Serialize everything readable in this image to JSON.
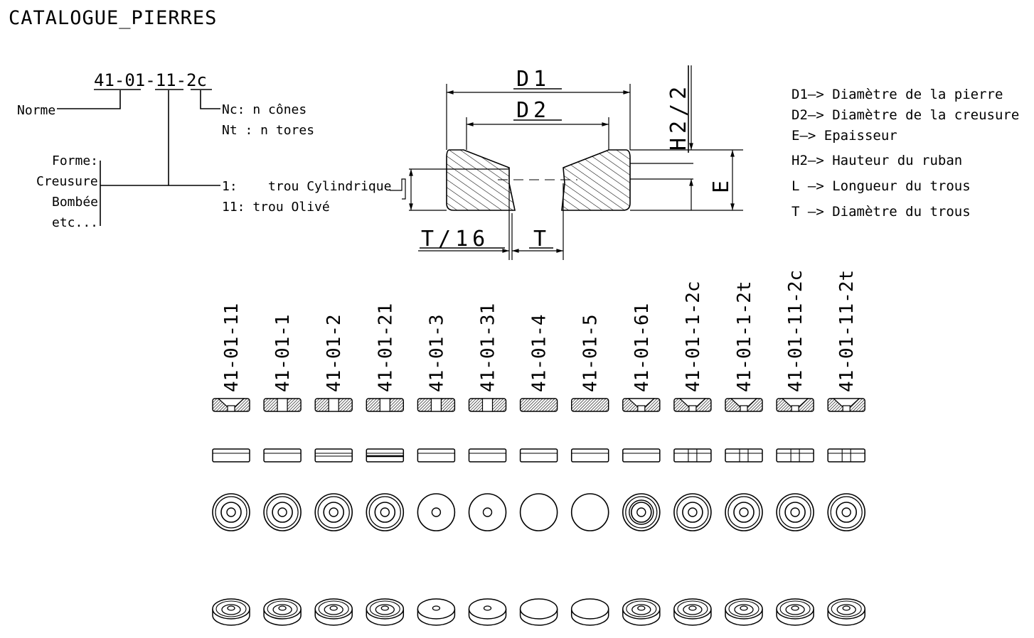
{
  "title": "CATALOGUE_PIERRES",
  "code_legend": {
    "code": "41-01-11-2c",
    "norme": "Norme",
    "forme_lines": [
      "Forme:",
      "Creusure",
      "Bombée",
      "etc..."
    ],
    "cone_lines": [
      "Nc: n cônes",
      "Nt : n tores"
    ],
    "hole_lines": [
      "1:    trou Cylindrique",
      "11: trou Olivé"
    ]
  },
  "dimension_labels": {
    "d1": "D1",
    "d2": "D2",
    "h2": "H2/2",
    "e": "E",
    "t16": "T/16",
    "t": "T"
  },
  "legend": [
    "D1—> Diamètre de la pierre",
    "D2—> Diamètre de la creusure",
    "E—> Epaisseur",
    "H2—> Hauteur du ruban",
    "L —> Longueur du trous",
    "T —> Diamètre du trous"
  ],
  "catalogue": [
    {
      "code": "41-01-11",
      "hole": "small",
      "rings": 3,
      "section": "bevel"
    },
    {
      "code": "41-01-1",
      "hole": "small",
      "rings": 3,
      "section": "flat"
    },
    {
      "code": "41-01-2",
      "hole": "small",
      "rings": 3,
      "section": "double"
    },
    {
      "code": "41-01-21",
      "hole": "small",
      "rings": 3,
      "section": "thick"
    },
    {
      "code": "41-01-3",
      "hole": "small",
      "rings": 1,
      "section": "flat"
    },
    {
      "code": "41-01-31",
      "hole": "small",
      "rings": 1,
      "section": "flat"
    },
    {
      "code": "41-01-4",
      "hole": "none",
      "rings": 1,
      "section": "flat"
    },
    {
      "code": "41-01-5",
      "hole": "none",
      "rings": 1,
      "section": "flat"
    },
    {
      "code": "41-01-61",
      "hole": "small",
      "rings": 4,
      "section": "bevel"
    },
    {
      "code": "41-01-1-2c",
      "hole": "small",
      "rings": 3,
      "section": "cone"
    },
    {
      "code": "41-01-1-2t",
      "hole": "small",
      "rings": 3,
      "section": "cone"
    },
    {
      "code": "41-01-11-2c",
      "hole": "small",
      "rings": 3,
      "section": "cone"
    },
    {
      "code": "41-01-11-2t",
      "hole": "small",
      "rings": 3,
      "section": "cone"
    }
  ]
}
